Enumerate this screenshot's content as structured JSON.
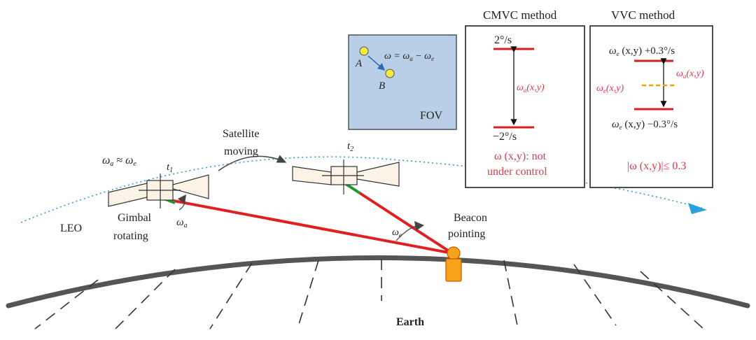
{
  "labels": {
    "leo": "LEO",
    "gimbal_line1": "Gimbal",
    "gimbal_line2": "rotating",
    "omega_a_small": "ω",
    "omega_a_sub": "a",
    "omega_approx_left": "ω",
    "omega_approx_sub_a": "a",
    "omega_approx_mid": " ≈ ω",
    "omega_approx_sub_e": "e",
    "t1": "t",
    "t1_sub": "1",
    "t2": "t",
    "t2_sub": "2",
    "satellite_moving_1": "Satellite",
    "satellite_moving_2": "moving",
    "beacon_1": "Beacon",
    "beacon_2": "pointing",
    "omega_e_beacon": "ω",
    "omega_e_beacon_sub": "e",
    "earth": "Earth"
  },
  "fov": {
    "point_a": "A",
    "point_b": "B",
    "equation": "ω = ω",
    "equation_sub_a": "a",
    "equation_minus": " − ω",
    "equation_sub_e": "e",
    "label": "FOV"
  },
  "cmvc": {
    "title": "CMVC method",
    "upper": "2°/s",
    "middle": "ω",
    "middle_sub": "a",
    "middle_args": "(x,y)",
    "lower": "−2°/s",
    "note_1": "ω (x,y): not",
    "note_2": "under control"
  },
  "vvc": {
    "title": "VVC method",
    "upper": "ω",
    "upper_sub": "e",
    "upper_rest": " (x,y) +0.3°/s",
    "right_label": "ω",
    "right_label_sub": "a",
    "right_label_args": "(x,y)",
    "left_label": "ω",
    "left_label_sub": "e",
    "left_label_args": "(x,y)",
    "lower": "ω",
    "lower_sub": "e",
    "lower_rest": " (x,y) −0.3°/s",
    "constraint": "|ω (x,y)|≤ 0.3"
  },
  "colors": {
    "laser": "#e02020",
    "gimbal_arrow": "#1f9a2a",
    "fov_fill": "#b9cfe8",
    "point_fill": "#f4ec3a",
    "beacon_fill": "#f6a21a",
    "orbit": "#2aa0dd",
    "bound": "#d62020",
    "dashed_yellow": "#f2a300"
  }
}
